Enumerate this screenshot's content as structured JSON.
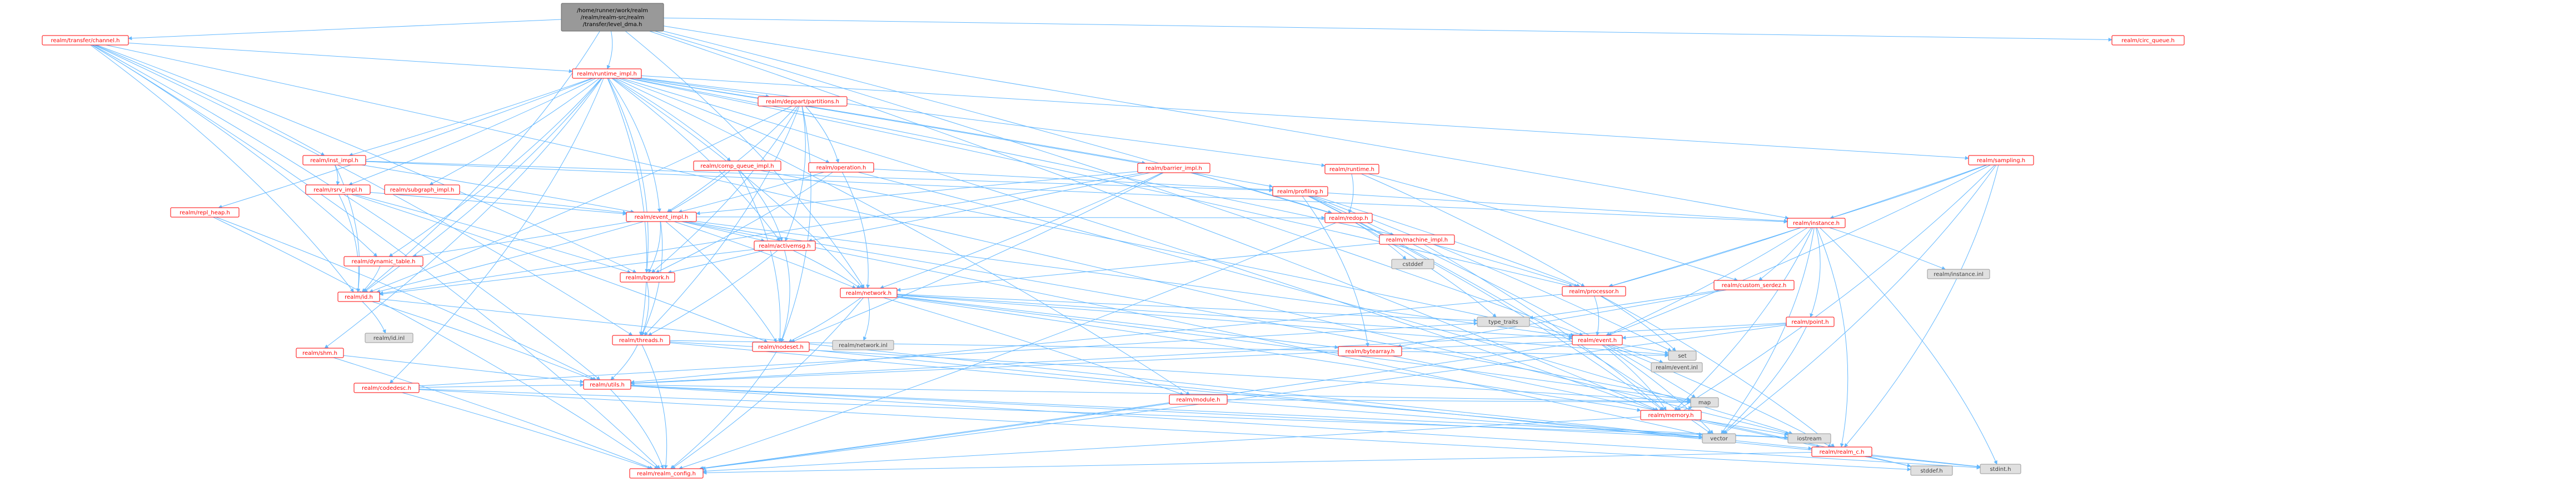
{
  "diagram": {
    "colors": {
      "edge": "#63b8ff",
      "root_fill": "#999999",
      "root_text": "#000000",
      "project_stroke": "#ff0000",
      "project_text": "#ff0000",
      "project_fill": "#ffffff",
      "external_fill": "#e0e0e0",
      "external_stroke": "#999999",
      "external_text": "#404040"
    },
    "nodes": [
      {
        "id": "root",
        "label": "/home/runner/work/realm\n/realm/realm-src/realm\n/transfer/level_dma.h",
        "kind": "root"
      },
      {
        "id": "transfer_channel",
        "label": "realm/transfer/channel.h",
        "kind": "project"
      },
      {
        "id": "runtime_impl",
        "label": "realm/runtime_impl.h",
        "kind": "project"
      },
      {
        "id": "circ_queue",
        "label": "realm/circ_queue.h",
        "kind": "project"
      },
      {
        "id": "inst_impl",
        "label": "realm/inst_impl.h",
        "kind": "project"
      },
      {
        "id": "deppart",
        "label": "realm/deppart/partitions.h",
        "kind": "project"
      },
      {
        "id": "sampling",
        "label": "realm/sampling.h",
        "kind": "project"
      },
      {
        "id": "repl_heap",
        "label": "realm/repl_heap.h",
        "kind": "project"
      },
      {
        "id": "rsrv_impl",
        "label": "realm/rsrv_impl.h",
        "kind": "project"
      },
      {
        "id": "subgraph_impl",
        "label": "realm/subgraph_impl.h",
        "kind": "project"
      },
      {
        "id": "comp_queue_impl",
        "label": "realm/comp_queue_impl.h",
        "kind": "project"
      },
      {
        "id": "operation",
        "label": "realm/operation.h",
        "kind": "project"
      },
      {
        "id": "barrier_impl",
        "label": "realm/barrier_impl.h",
        "kind": "project"
      },
      {
        "id": "runtime",
        "label": "realm/runtime.h",
        "kind": "project"
      },
      {
        "id": "event_impl",
        "label": "realm/event_impl.h",
        "kind": "project"
      },
      {
        "id": "profiling",
        "label": "realm/profiling.h",
        "kind": "project"
      },
      {
        "id": "dynamic_table",
        "label": "realm/dynamic_table.h",
        "kind": "project"
      },
      {
        "id": "activemsg",
        "label": "realm/activemsg.h",
        "kind": "project"
      },
      {
        "id": "redop",
        "label": "realm/redop.h",
        "kind": "project"
      },
      {
        "id": "machine_impl",
        "label": "realm/machine_impl.h",
        "kind": "project"
      },
      {
        "id": "instance",
        "label": "realm/instance.h",
        "kind": "project"
      },
      {
        "id": "id",
        "label": "realm/id.h",
        "kind": "project"
      },
      {
        "id": "bgwork",
        "label": "realm/bgwork.h",
        "kind": "project"
      },
      {
        "id": "network",
        "label": "realm/network.h",
        "kind": "project"
      },
      {
        "id": "processor",
        "label": "realm/processor.h",
        "kind": "project"
      },
      {
        "id": "custom_serdez",
        "label": "realm/custom_serdez.h",
        "kind": "project"
      },
      {
        "id": "point",
        "label": "realm/point.h",
        "kind": "project"
      },
      {
        "id": "shm",
        "label": "realm/shm.h",
        "kind": "project"
      },
      {
        "id": "threads",
        "label": "realm/threads.h",
        "kind": "project"
      },
      {
        "id": "nodeset",
        "label": "realm/nodeset.h",
        "kind": "project"
      },
      {
        "id": "bytearray",
        "label": "realm/bytearray.h",
        "kind": "project"
      },
      {
        "id": "event",
        "label": "realm/event.h",
        "kind": "project"
      },
      {
        "id": "codedesc",
        "label": "realm/codedesc.h",
        "kind": "project"
      },
      {
        "id": "utils",
        "label": "realm/utils.h",
        "kind": "project"
      },
      {
        "id": "module",
        "label": "realm/module.h",
        "kind": "project"
      },
      {
        "id": "memory",
        "label": "realm/memory.h",
        "kind": "project"
      },
      {
        "id": "realm_c",
        "label": "realm/realm_c.h",
        "kind": "project"
      },
      {
        "id": "realm_config",
        "label": "realm/realm_config.h",
        "kind": "project"
      },
      {
        "id": "id_inl",
        "label": "realm/id.inl",
        "kind": "external"
      },
      {
        "id": "network_inl",
        "label": "realm/network.inl",
        "kind": "external"
      },
      {
        "id": "instance_inl",
        "label": "realm/instance.inl",
        "kind": "external"
      },
      {
        "id": "event_inl",
        "label": "realm/event.inl",
        "kind": "external"
      },
      {
        "id": "cstddef",
        "label": "cstddef",
        "kind": "external"
      },
      {
        "id": "type_traits",
        "label": "type_traits",
        "kind": "external"
      },
      {
        "id": "set",
        "label": "set",
        "kind": "external"
      },
      {
        "id": "map",
        "label": "map",
        "kind": "external"
      },
      {
        "id": "vector",
        "label": "vector",
        "kind": "external"
      },
      {
        "id": "iostream",
        "label": "iostream",
        "kind": "external"
      },
      {
        "id": "stddef_h",
        "label": "stddef.h",
        "kind": "external"
      },
      {
        "id": "stdint_h",
        "label": "stdint.h",
        "kind": "external"
      }
    ]
  }
}
